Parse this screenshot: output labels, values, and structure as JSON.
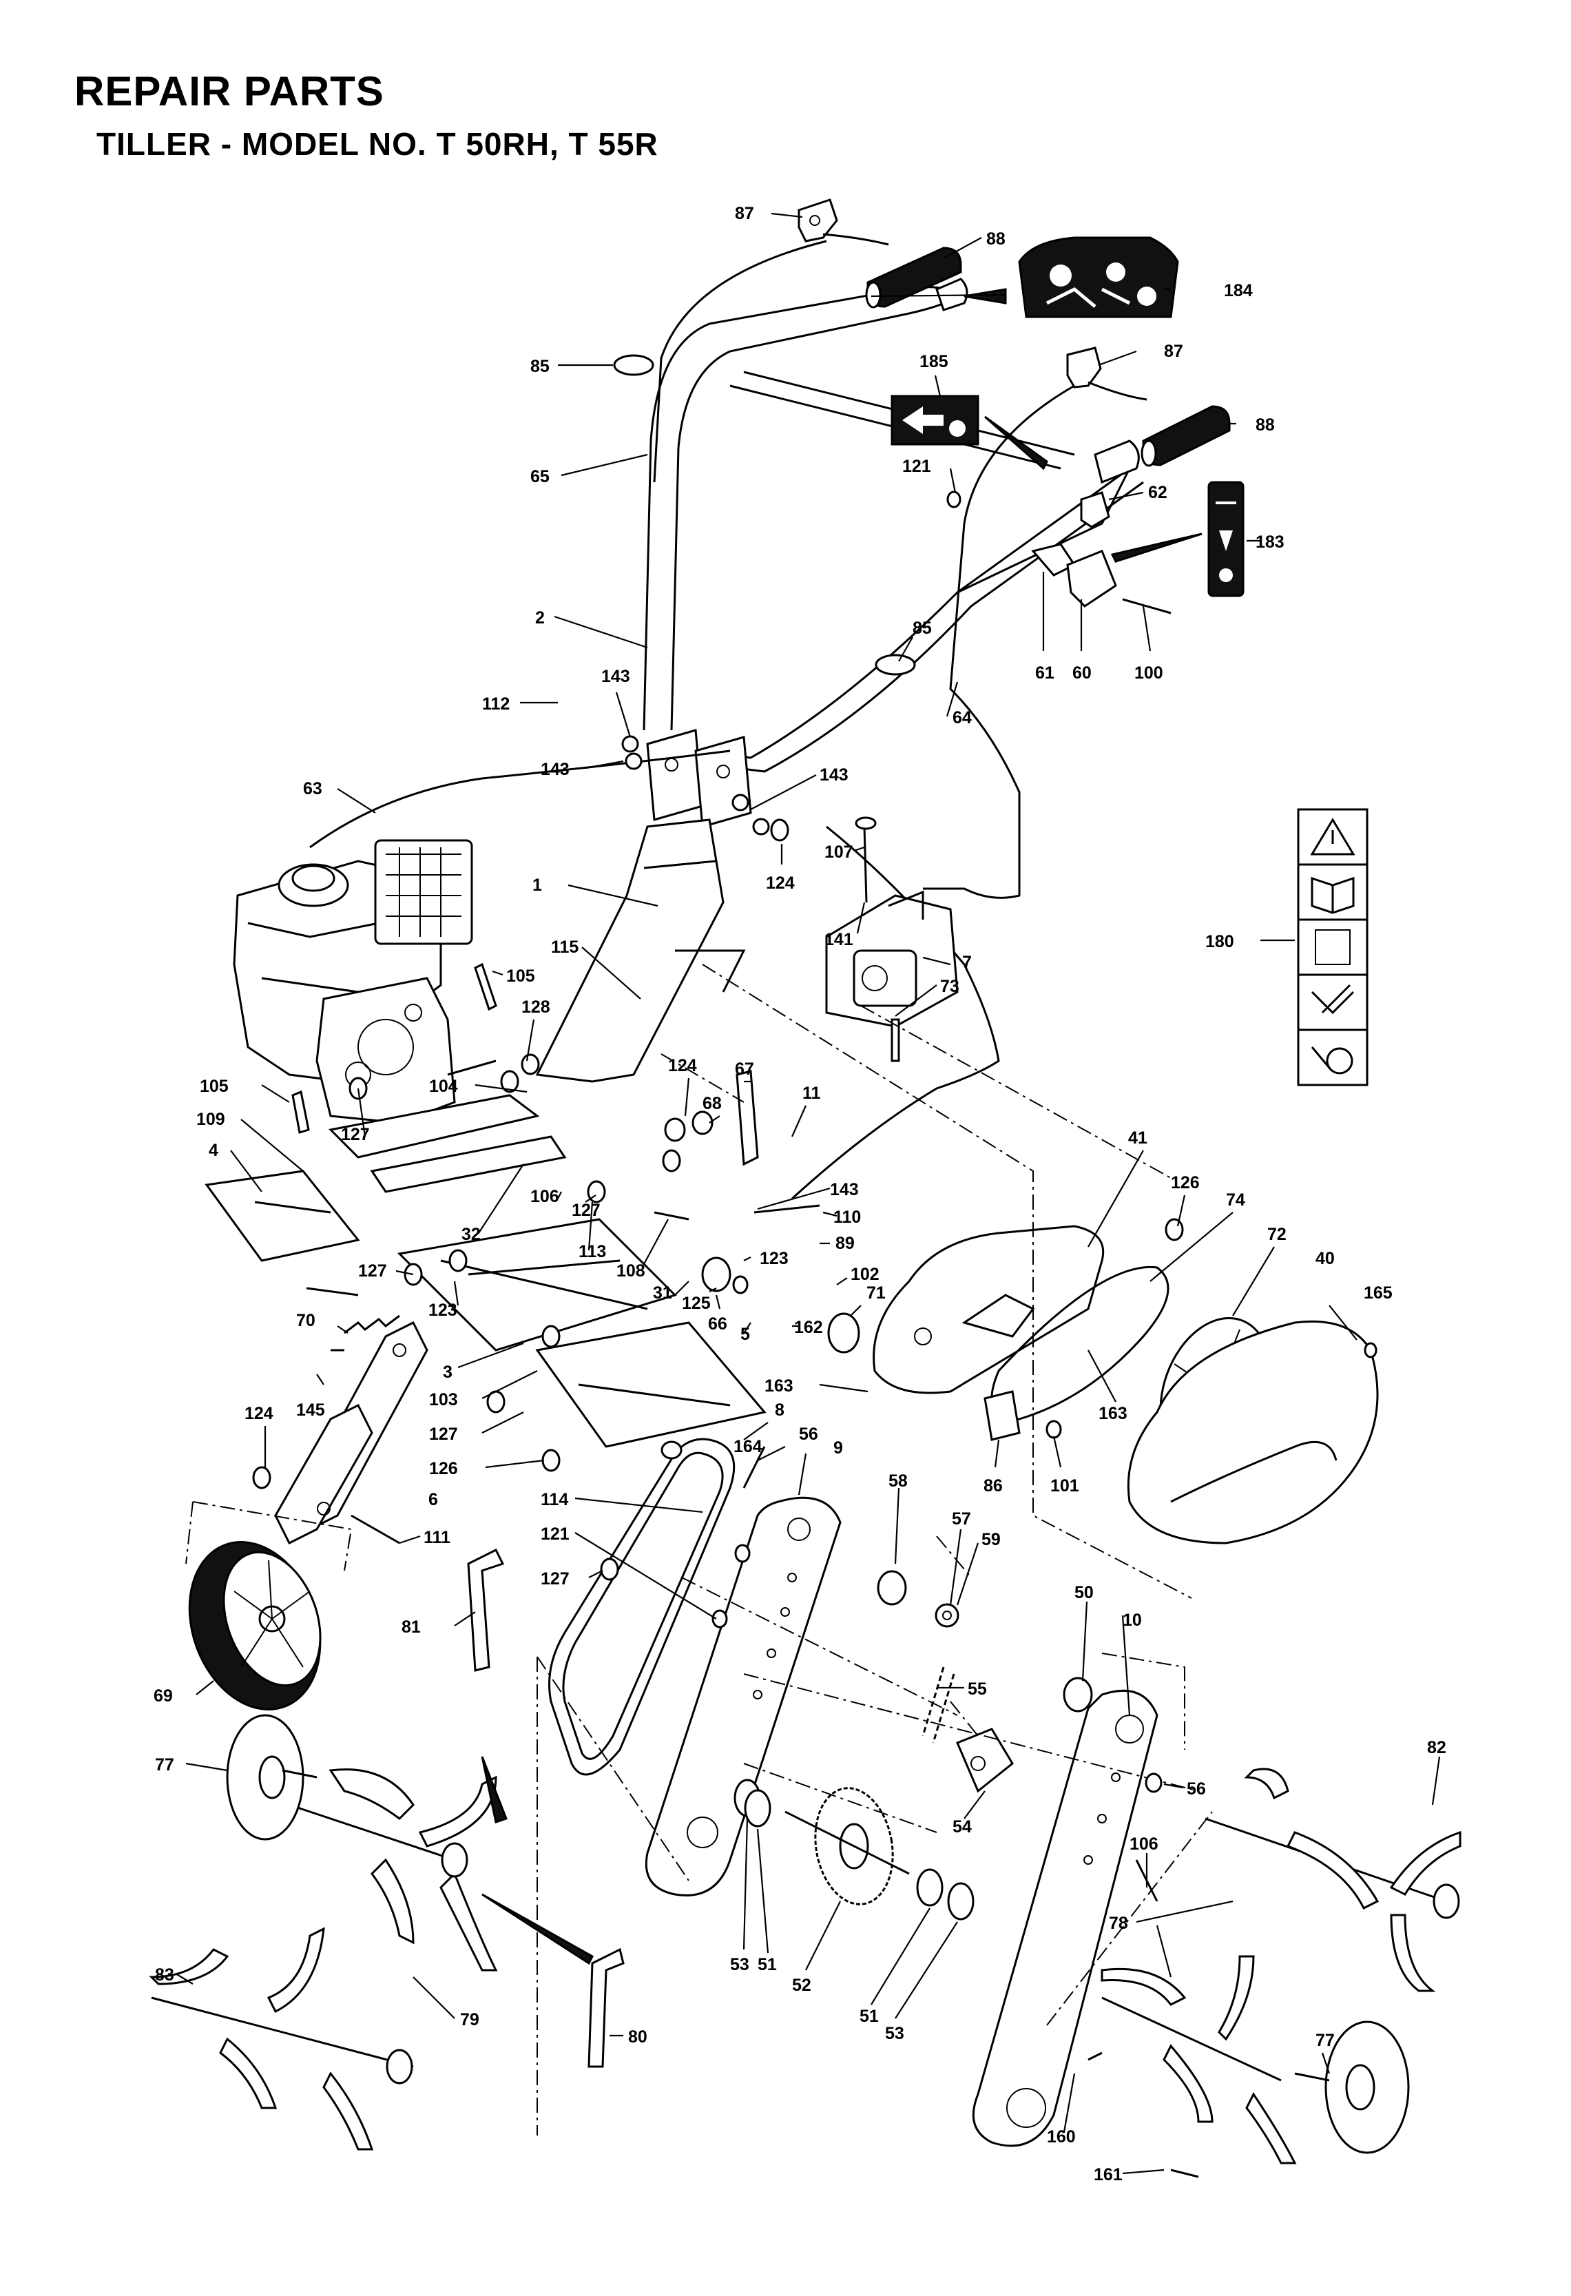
{
  "header": {
    "title": "REPAIR PARTS",
    "subtitle": "TILLER - MODEL NO. T 50RH, T 55R"
  },
  "callouts": [
    "87",
    "88",
    "184",
    "85",
    "185",
    "87",
    "88",
    "65",
    "121",
    "62",
    "183",
    "2",
    "85",
    "61",
    "60",
    "100",
    "64",
    "112",
    "143",
    "143",
    "143",
    "63",
    "107",
    "124",
    "1",
    "141",
    "7",
    "73",
    "180",
    "105",
    "115",
    "128",
    "105",
    "104",
    "124",
    "68",
    "67",
    "11",
    "109",
    "4",
    "127",
    "41",
    "126",
    "74",
    "72",
    "106",
    "127",
    "143",
    "110",
    "40",
    "165",
    "32",
    "113",
    "108",
    "123",
    "89",
    "102",
    "71",
    "127",
    "31",
    "125",
    "66",
    "5",
    "70",
    "123",
    "3",
    "103",
    "162",
    "163",
    "124",
    "145",
    "127",
    "126",
    "8",
    "164",
    "56",
    "9",
    "163",
    "86",
    "101",
    "6",
    "114",
    "58",
    "57",
    "59",
    "121",
    "111",
    "127",
    "81",
    "50",
    "10",
    "69",
    "55",
    "77",
    "56",
    "82",
    "54",
    "106",
    "78",
    "53",
    "51",
    "52",
    "51",
    "53",
    "83",
    "79",
    "80",
    "77",
    "160",
    "161"
  ],
  "colors": {
    "ink": "#000000",
    "paper": "#ffffff"
  }
}
